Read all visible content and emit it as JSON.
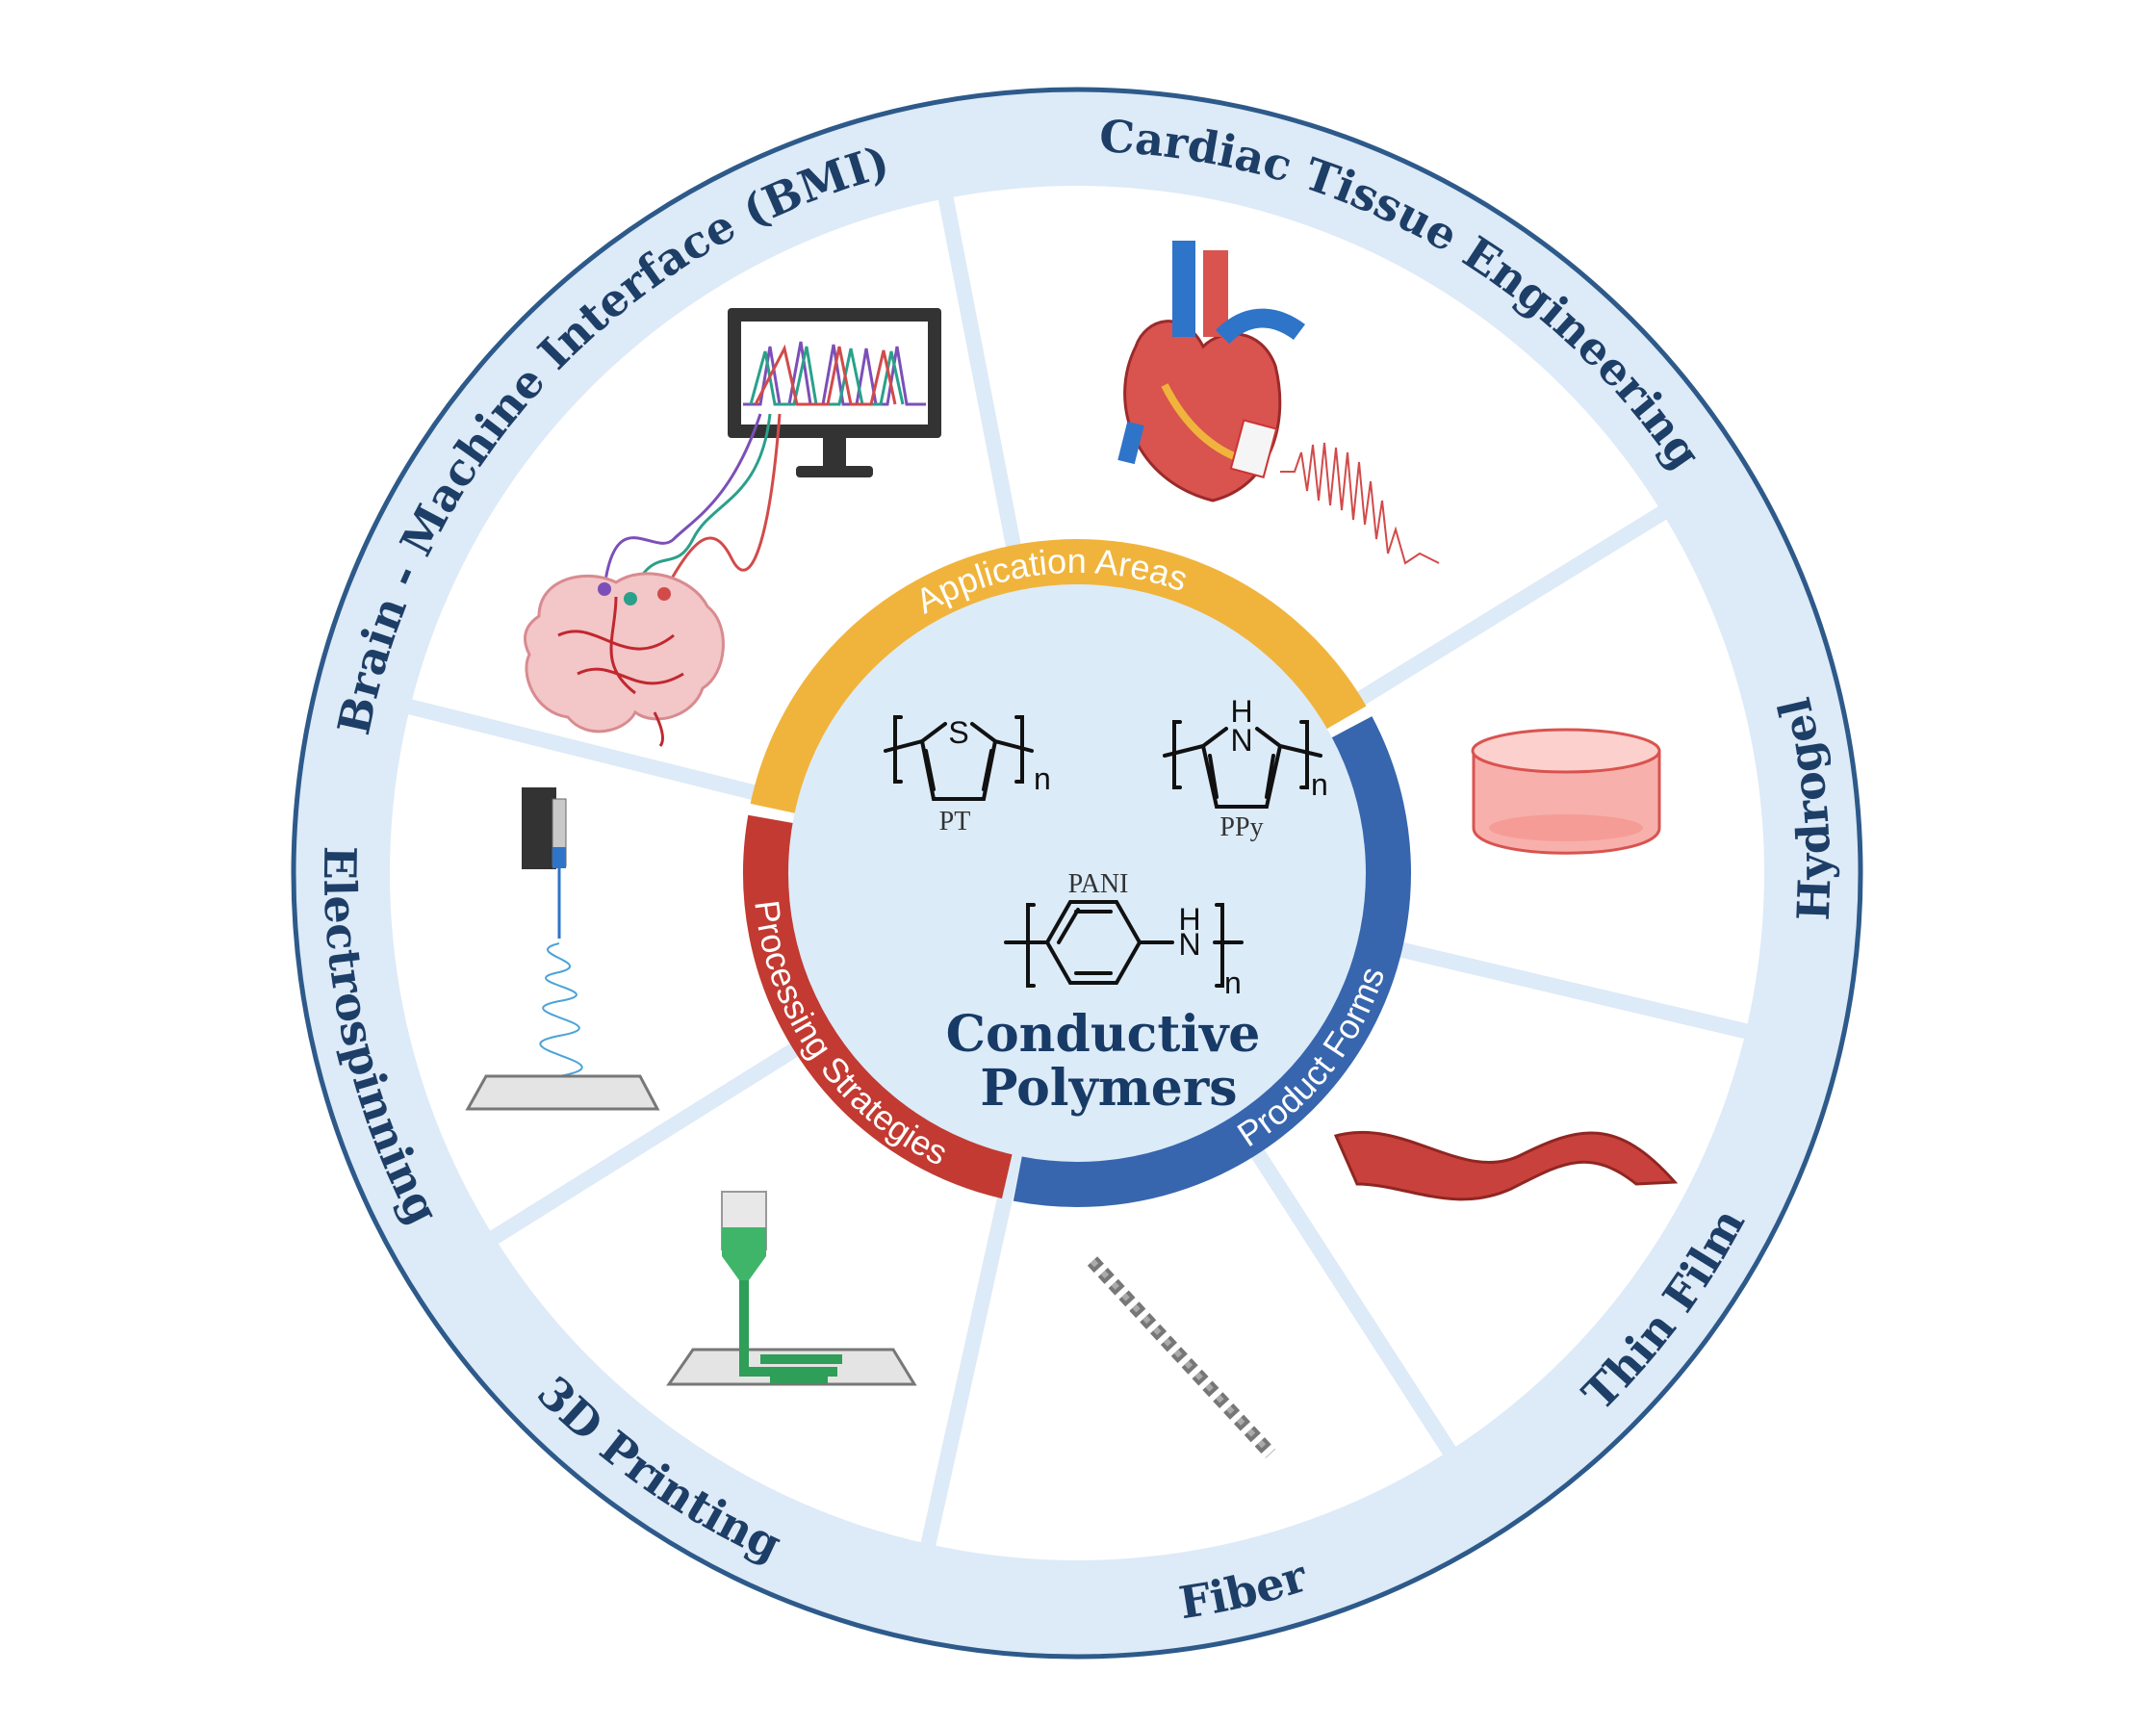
{
  "center": {
    "title_line1": "Conductive",
    "title_line2": "Polymers",
    "polymers": [
      {
        "name": "PT",
        "heteroatom": "S",
        "subscript": "n"
      },
      {
        "name": "PPy",
        "heteroatom": "N",
        "heteroatom_h": "H",
        "subscript": "n"
      },
      {
        "name": "PANI",
        "heteroatom": "N",
        "heteroatom_h": "H",
        "subscript": "n"
      }
    ]
  },
  "inner_ring": [
    {
      "label": "Application Areas",
      "color": "#f0b43c"
    },
    {
      "label": "Processing Strategies",
      "color": "#c23a31"
    },
    {
      "label": "Product Forms",
      "color": "#3766ae"
    }
  ],
  "outer_ring": {
    "fill": "#ddeaf7",
    "border": "#2d5a8a",
    "segments": [
      {
        "label": "Brain - Machine Interface (BMI)",
        "group": "Application Areas",
        "icon": "brain-monitor-icon"
      },
      {
        "label": "Cardiac Tissue Engineering",
        "group": "Application Areas",
        "icon": "heart-icon"
      },
      {
        "label": "Hydrogel",
        "group": "Product Forms",
        "icon": "hydrogel-icon"
      },
      {
        "label": "Thin Film",
        "group": "Product Forms",
        "icon": "thin-film-icon"
      },
      {
        "label": "Fiber",
        "group": "Product Forms",
        "icon": "fiber-icon"
      },
      {
        "label": "3D Printing",
        "group": "Processing Strategies",
        "icon": "3d-printer-icon"
      },
      {
        "label": "Electrospinning",
        "group": "Processing Strategies",
        "icon": "electrospinning-icon"
      }
    ]
  }
}
